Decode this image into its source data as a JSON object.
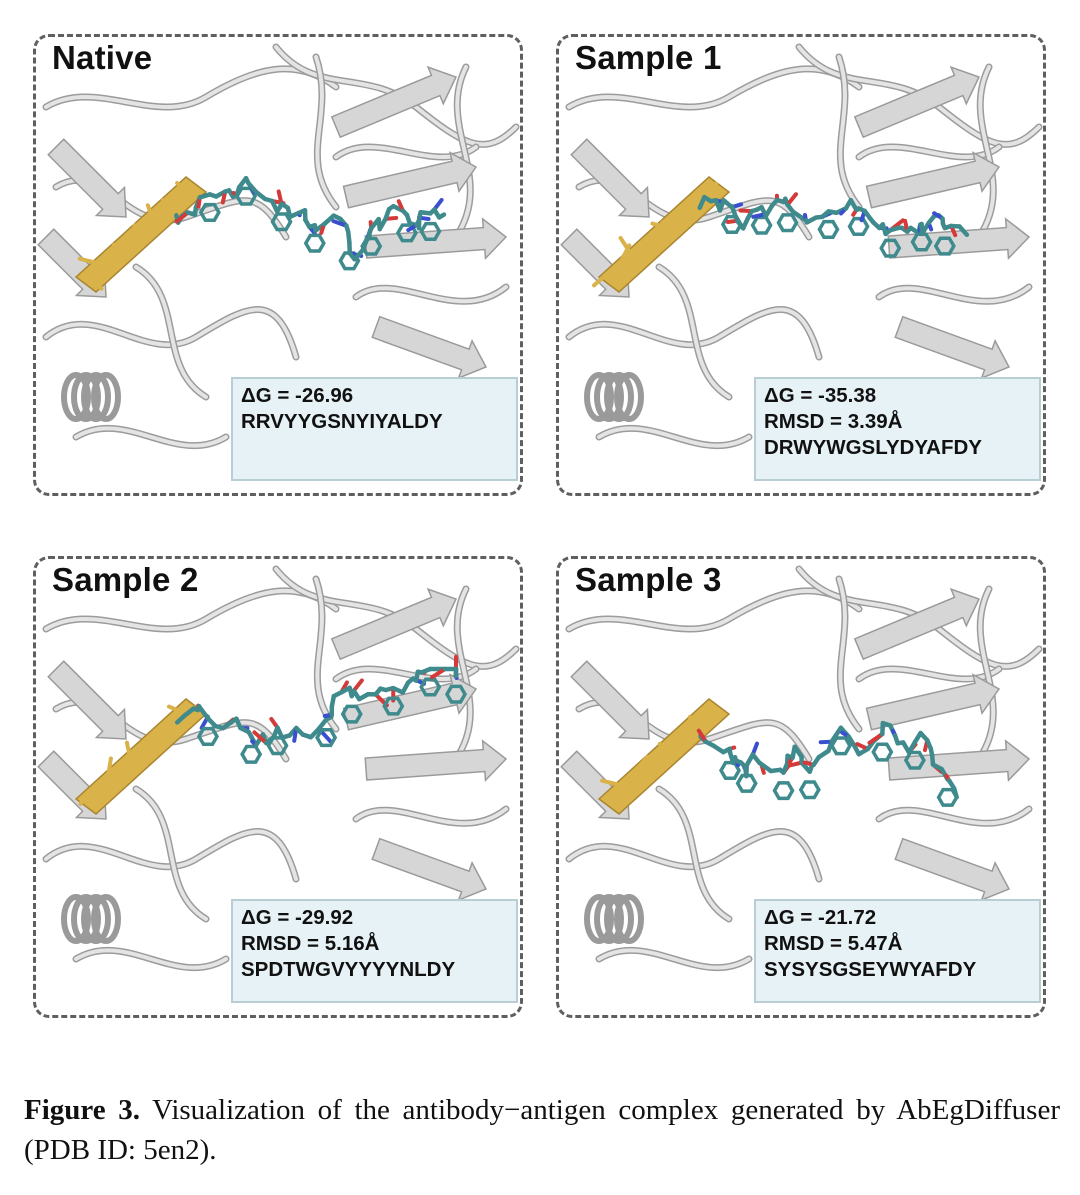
{
  "panels": [
    {
      "title": "Native",
      "lines": [
        "ΔG = -26.96",
        "RRVYYGSNYIYALDY"
      ]
    },
    {
      "title": "Sample 1",
      "lines": [
        "ΔG = -35.38",
        "RMSD = 3.39Å",
        "DRWYWGSLYDYAFDY"
      ]
    },
    {
      "title": "Sample 2",
      "lines": [
        "ΔG = -29.92",
        "RMSD = 5.16Å",
        "SPDTWGVYYYYNLDY"
      ]
    },
    {
      "title": "Sample 3",
      "lines": [
        "ΔG = -21.72",
        "RMSD = 5.47Å",
        "SYSYSGSEYWYAFDY"
      ]
    }
  ],
  "caption": {
    "label": "Figure 3.",
    "text": "Visualization of the antibody−antigen complex generated by AbEgDiffuser (PDB ID: 5en2)."
  },
  "colors": {
    "ribbon": "#d6d6d6",
    "ribbon_edge": "#9a9a9a",
    "epitope": "#d9b24a",
    "peptide": "#3e8a8c",
    "oxygen": "#d43a3a",
    "nitrogen": "#3a4fd0",
    "infobox_bg": "#e3f0f5"
  }
}
